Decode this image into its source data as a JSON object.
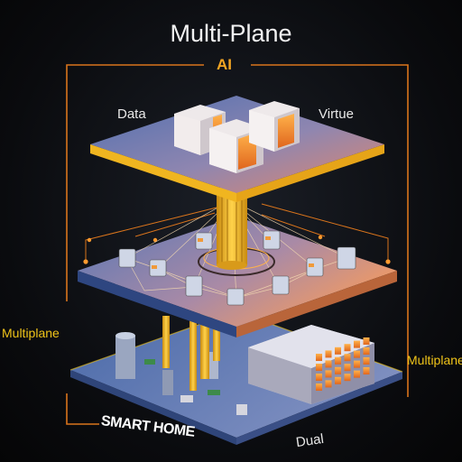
{
  "title": "Multi-Plane",
  "top_label": "AI",
  "labels": {
    "upper_left": "Data",
    "upper_right": "Virtue",
    "middle_left": "Multiplane",
    "lower_right": "Multiplane",
    "bottom_left": "SMART HOME",
    "bottom_right": "Dual"
  },
  "colors": {
    "background": "#0a0b0e",
    "accent_orange": "#f08a24",
    "accent_yellow": "#f0c419",
    "plane_blue": "#5e7fb8",
    "plane_warm": "#e0886a"
  },
  "icons": [
    "server-cube",
    "cylinder-node",
    "building-block",
    "central-pillar"
  ]
}
